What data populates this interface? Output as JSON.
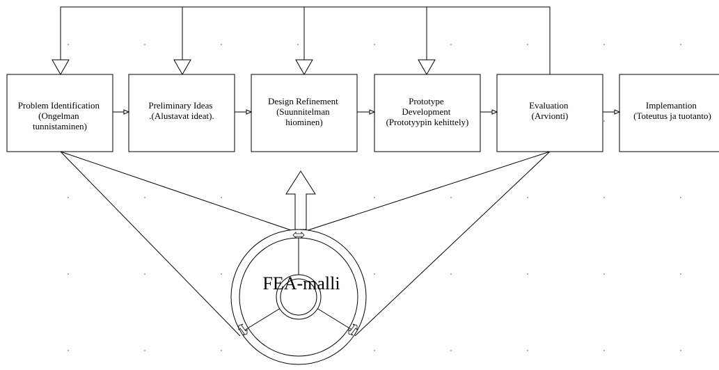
{
  "diagram": {
    "stages": [
      {
        "id": "problem",
        "lines": [
          "Problem Identification",
          "(Ongelman",
          "tunnistaminen)"
        ]
      },
      {
        "id": "ideas",
        "lines": [
          "Preliminary Ideas",
          ".(Alustavat ideat)."
        ]
      },
      {
        "id": "refine",
        "lines": [
          "Design Refinement",
          "(Suunnitelman",
          "hiominen)"
        ]
      },
      {
        "id": "prototype",
        "lines": [
          "Prototype",
          "Development",
          "(Prototyypin kehittely)"
        ]
      },
      {
        "id": "evaluation",
        "lines": [
          "Evaluation",
          "(Arvionti)"
        ]
      },
      {
        "id": "implementation",
        "lines": [
          "Implemantion",
          "(Toteutus ja tuotanto)"
        ]
      }
    ],
    "center_label": "FEA-malli"
  }
}
